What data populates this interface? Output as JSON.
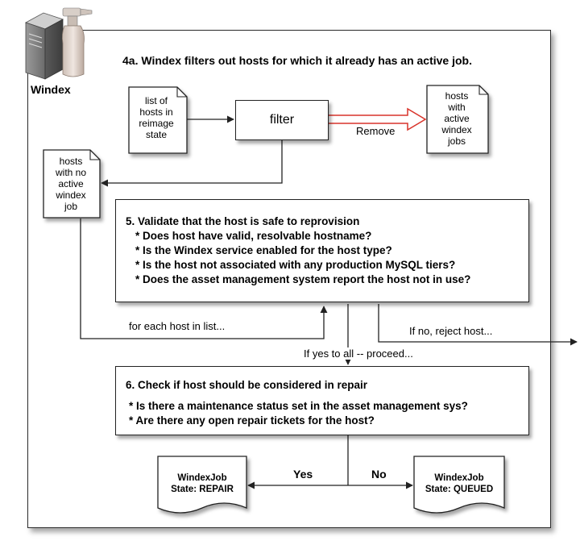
{
  "app": {
    "name": "Windex",
    "icon": "server-with-spray-bottle-icon"
  },
  "step4a": {
    "heading": "4a. Windex filters out hosts for which it already has an active job."
  },
  "docs": {
    "reimage_list": [
      "list of",
      "hosts in",
      "reimage",
      "state"
    ],
    "active_jobs": [
      "hosts",
      "with",
      "active",
      "windex",
      "jobs"
    ],
    "no_active_job": [
      "hosts",
      "with no",
      "active",
      "windex",
      "job"
    ]
  },
  "filter": {
    "label": "filter",
    "remove_label": "Remove"
  },
  "step5": {
    "title": "5. Validate that the host is safe to reprovision",
    "checks": [
      "* Does host have valid, resolvable hostname?",
      "* Is the Windex service enabled for the host type?",
      "* Is the host not associated with any production MySQL tiers?",
      "* Does the asset management system report the host not in use?"
    ]
  },
  "flow": {
    "for_each": "for each host in list...",
    "reject": "If no, reject host...",
    "proceed": "If yes to all -- proceed...",
    "yes": "Yes",
    "no": "No"
  },
  "step6": {
    "title": "6. Check if host should be considered in repair",
    "checks": [
      "* Is there a maintenance status set in the asset management sys?",
      "* Are there any open repair tickets for the host?"
    ]
  },
  "outcomes": {
    "repair": [
      "WindexJob",
      "State: REPAIR"
    ],
    "queued": [
      "WindexJob",
      "State: QUEUED"
    ]
  },
  "colors": {
    "remove_arrow": "#d9342b",
    "line": "#222222"
  }
}
